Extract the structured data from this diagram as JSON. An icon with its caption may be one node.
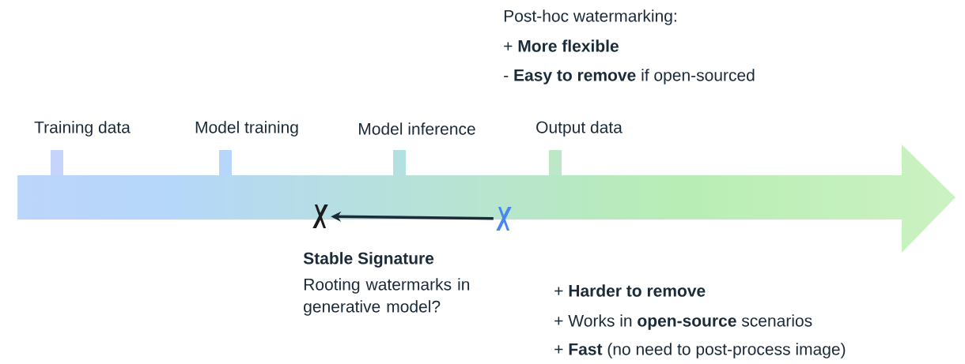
{
  "diagram": {
    "nodes": [
      {
        "text": [],
        "shape": "cross",
        "beside": [
          "Stable Signature",
          "Rooting watermarks in generative model?"
        ]
      },
      {
        "text": [],
        "shape": "cross"
      }
    ],
    "edges": [
      {
        "from": 1,
        "to": 0,
        "arrow": "to"
      }
    ],
    "labels": [
      "Post-hoc watermarking:",
      "+ **More flexible**",
      "- **Easy to remove** if open-sourced",
      "Training data",
      "Model training",
      "Model inference",
      "Output data",
      "+ **Harder to remove**",
      "+ Works in **open-source** scenarios",
      "+ **Fast** (no need to post-process image)"
    ]
  }
}
